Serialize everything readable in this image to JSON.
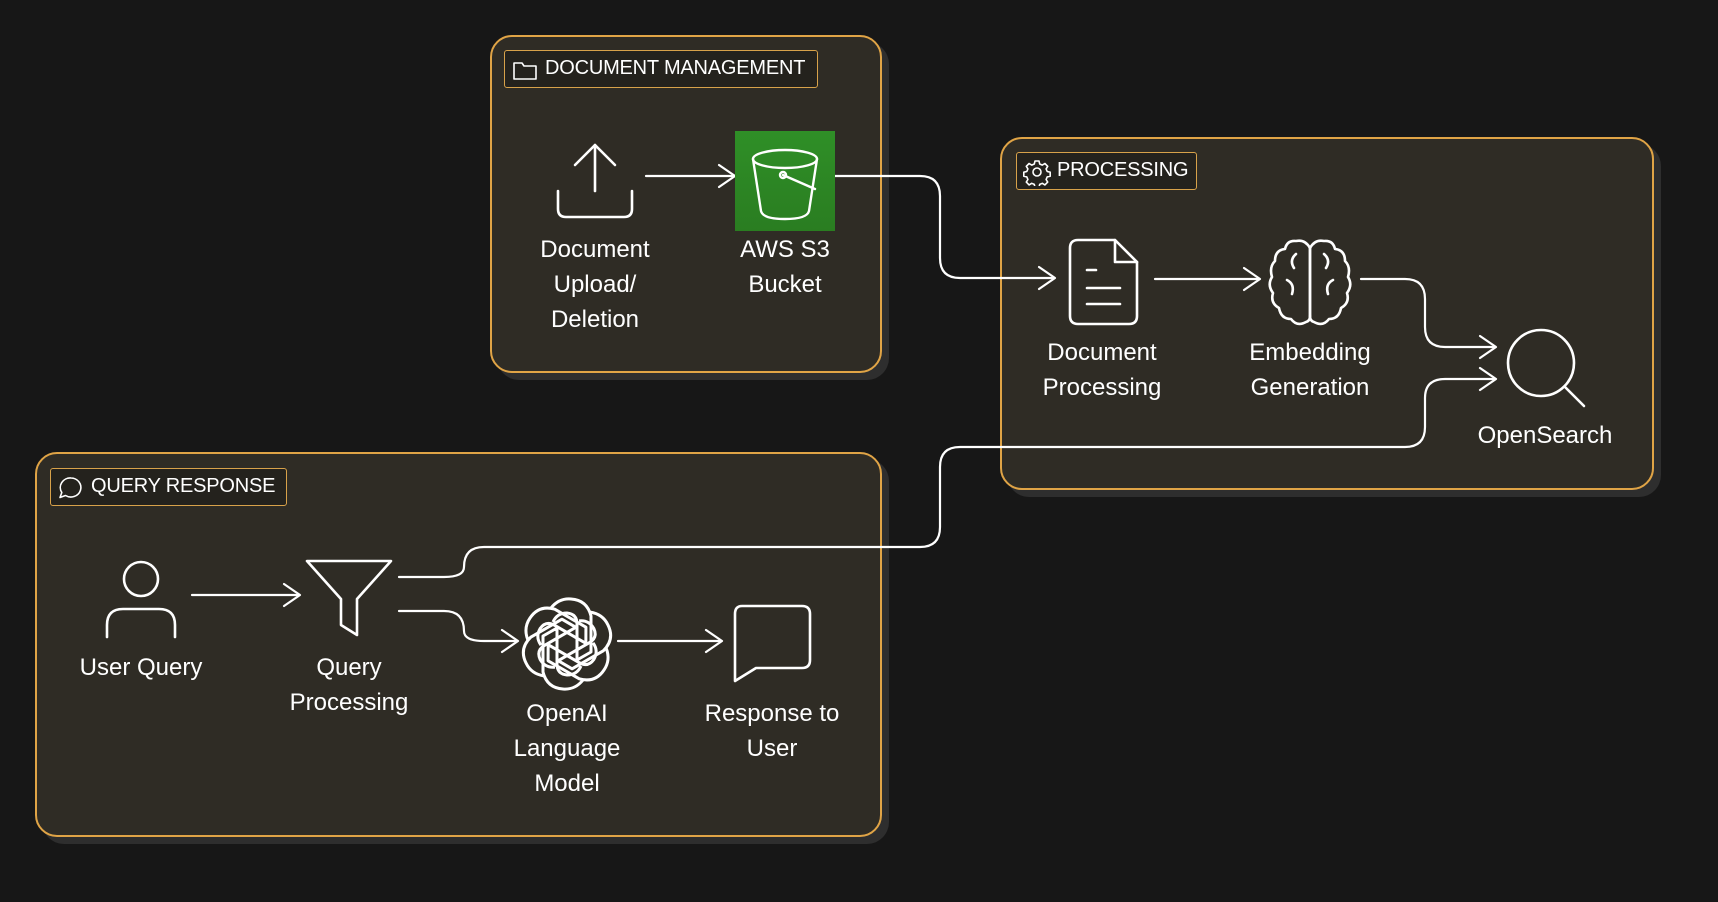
{
  "groups": {
    "document_management": {
      "title": "DOCUMENT MANAGEMENT",
      "icon": "folder-icon"
    },
    "processing": {
      "title": "PROCESSING",
      "icon": "gear-icon"
    },
    "query_response": {
      "title": "QUERY RESPONSE",
      "icon": "chat-bubble-icon"
    }
  },
  "nodes": {
    "document_upload": {
      "label": "Document\nUpload/\nDeletion",
      "icon": "upload-icon"
    },
    "aws_s3": {
      "label": "AWS S3\nBucket",
      "icon": "s3-bucket-icon"
    },
    "document_processing": {
      "label": "Document\nProcessing",
      "icon": "document-icon"
    },
    "embedding_generation": {
      "label": "Embedding\nGeneration",
      "icon": "brain-icon"
    },
    "opensearch": {
      "label": "OpenSearch",
      "icon": "search-icon"
    },
    "user_query": {
      "label": "User Query",
      "icon": "user-icon"
    },
    "query_processing": {
      "label": "Query\nProcessing",
      "icon": "filter-icon"
    },
    "openai_model": {
      "label": "OpenAI\nLanguage\nModel",
      "icon": "openai-icon"
    },
    "response": {
      "label": "Response to\nUser",
      "icon": "message-icon"
    }
  },
  "colors": {
    "background": "#171717",
    "group_fill": "#2f2c25",
    "group_border": "#e0a446",
    "s3_green": "#2f8f27",
    "stroke": "#ffffff"
  }
}
